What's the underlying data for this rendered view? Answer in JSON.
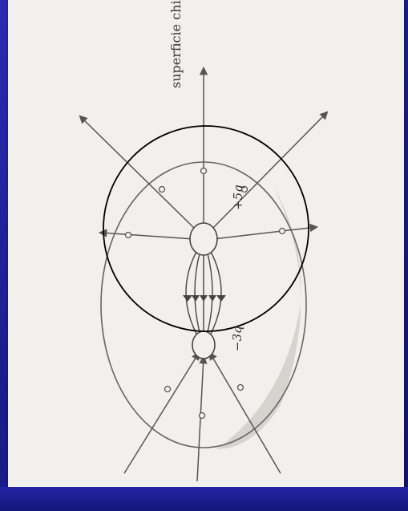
{
  "diagram": {
    "surface_label": "superficie chiusa",
    "positive_charge_label": "+5q",
    "negative_charge_label": "−3q"
  },
  "colors": {
    "background": "#1b1d8f",
    "paper": "#f2f0ec",
    "ink": "#555555",
    "surface_outline": "#000000",
    "shadow": "#cfcfcf"
  }
}
